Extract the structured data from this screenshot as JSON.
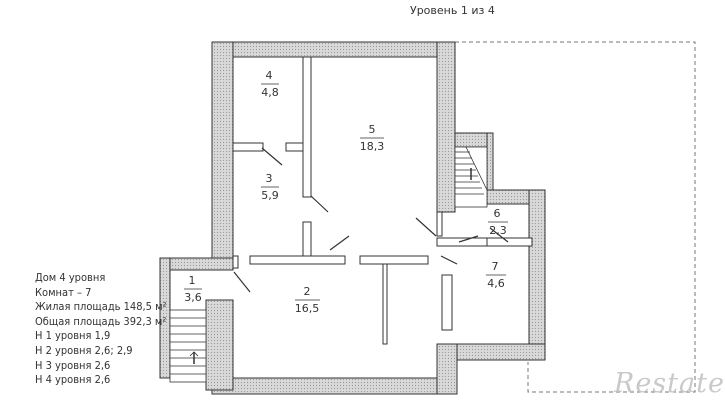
{
  "header": {
    "level_label": "Уровень 1 из 4"
  },
  "rooms": [
    {
      "number": "1",
      "area": "3,6"
    },
    {
      "number": "2",
      "area": "16,5"
    },
    {
      "number": "3",
      "area": "5,9"
    },
    {
      "number": "4",
      "area": "4,8"
    },
    {
      "number": "5",
      "area": "18,3"
    },
    {
      "number": "6",
      "area": "2,3"
    },
    {
      "number": "7",
      "area": "4,6"
    }
  ],
  "info": {
    "house": "Дом 4 уровня",
    "rooms_count": "Комнат – 7",
    "living_area": "Жилая площадь 148,5 м²",
    "total_area": "Общая площадь 392,3 м²",
    "h_level1": "Н 1 уровня 1,9",
    "h_level2": "Н 2 уровня 2,6;  2,9",
    "h_level3": "Н 3 уровня 2,6",
    "h_level4": "Н 4 уровня 2,6"
  },
  "brand": {
    "logo_text": "Restate"
  }
}
